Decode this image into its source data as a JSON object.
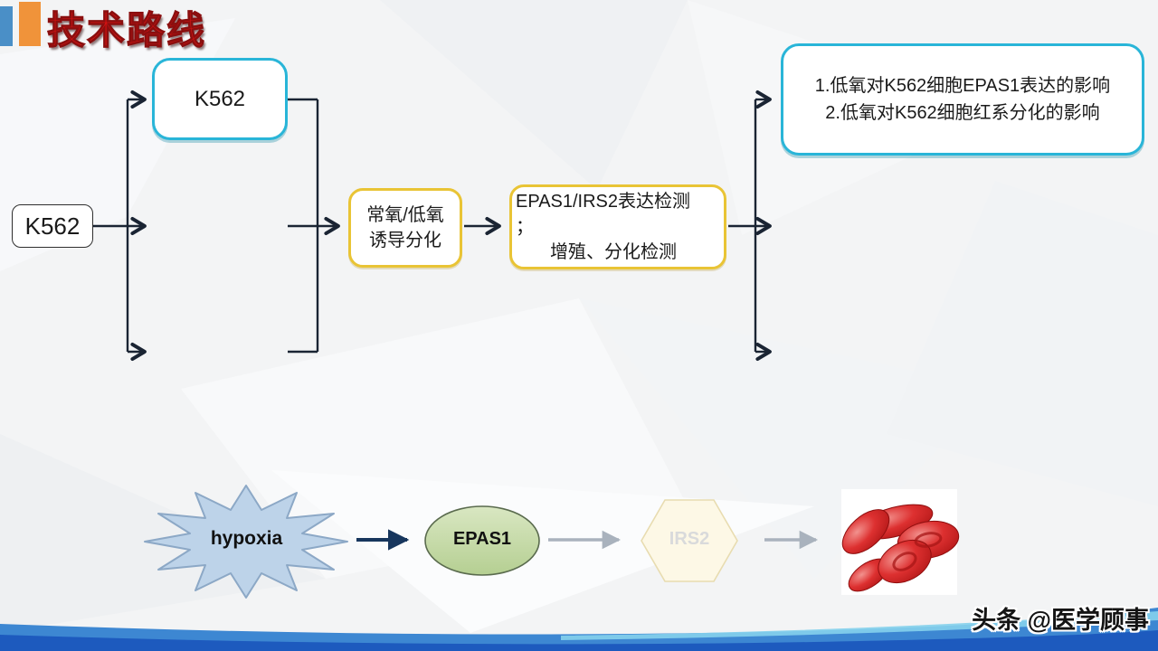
{
  "title": "技术路线",
  "watermark": "头条 @医学顾事",
  "flowchart": {
    "start_cell": "K562",
    "cultured_cell": "K562",
    "treatment": {
      "line1": "常氧/低氧",
      "line2": "诱导分化"
    },
    "detection": {
      "line1": "EPAS1/IRS2表达检测",
      "line2": "；",
      "line3": "增殖、分化检测"
    },
    "results": {
      "line1": "1.低氧对K562细胞EPAS1表达的影响",
      "line2": "2.低氧对K562细胞红系分化的影响"
    }
  },
  "pathway": {
    "stimulus": "hypoxia",
    "factor": "EPAS1",
    "target": "IRS2",
    "outcome_icon": "red-blood-cells"
  },
  "colors": {
    "title_red": "#e01212",
    "accent_blue": "#4a8fc7",
    "accent_orange": "#f0933a",
    "box_cyan_border": "#29b5d8",
    "box_gold_border": "#e9c435",
    "flow_line_navy": "#1a2433",
    "pathway_arrow_navy": "#17365d",
    "pathway_arrow_gray": "#a9b2bd",
    "star_fill": "#bdd3e9",
    "star_stroke": "#8ca8c6",
    "ellipse_fill": "#c8dca6",
    "hexagon_fill": "#fdf8e6",
    "hexagon_stroke": "#e8dcb0",
    "blood_cell_red": "#d92b2b",
    "footer_blue": "#3d87d2",
    "footer_dark_blue": "#1d5abe",
    "footer_cyan": "#85d2ec"
  }
}
